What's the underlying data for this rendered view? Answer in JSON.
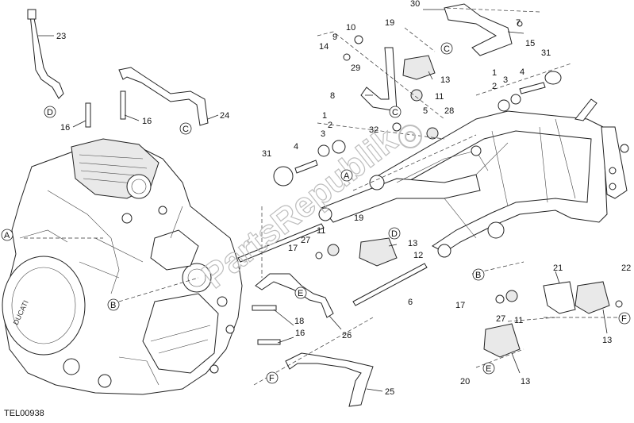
{
  "diagram": {
    "code": "TEL00938",
    "watermark": "PartsRepublik",
    "labels": {
      "n1a": "1",
      "n1b": "1",
      "n2a": "2",
      "n2b": "2",
      "n3a": "3",
      "n3b": "3",
      "n4a": "4",
      "n4b": "4",
      "n5": "5",
      "n6": "6",
      "n7": "7",
      "n8": "8",
      "n9": "9",
      "n10": "10",
      "n11a": "11",
      "n11b": "11",
      "n11c": "11",
      "n12": "12",
      "n13a": "13",
      "n13b": "13",
      "n13c": "13",
      "n13d": "13",
      "n14": "14",
      "n15": "15",
      "n16a": "16",
      "n16b": "16",
      "n16c": "16",
      "n17a": "17",
      "n17b": "17",
      "n18": "18",
      "n19a": "19",
      "n19b": "19",
      "n20": "20",
      "n21": "21",
      "n22": "22",
      "n23": "23",
      "n24": "24",
      "n25": "25",
      "n26": "26",
      "n27a": "27",
      "n27b": "27",
      "n28": "28",
      "n29": "29",
      "n30": "30",
      "n31a": "31",
      "n31b": "31",
      "n32": "32"
    },
    "refs": {
      "A1": "A",
      "A2": "A",
      "B1": "B",
      "B2": "B",
      "C1": "C",
      "C2": "C",
      "C3": "C",
      "D1": "D",
      "D2": "D",
      "E1": "E",
      "E2": "E",
      "F1": "F",
      "F2": "F"
    }
  }
}
